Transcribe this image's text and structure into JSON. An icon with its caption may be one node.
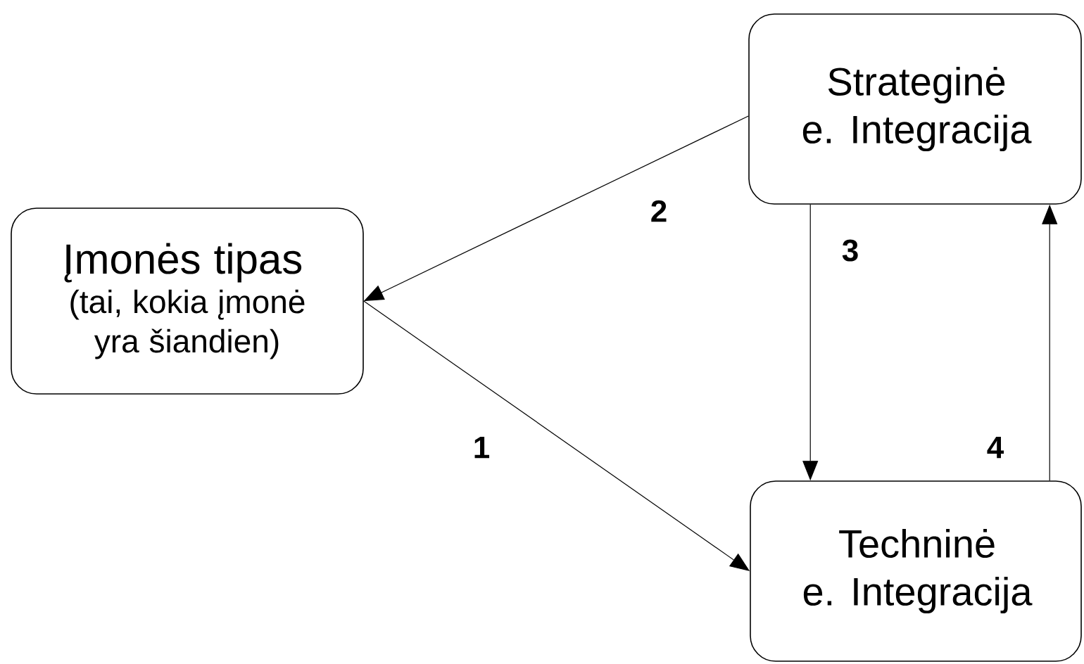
{
  "diagram": {
    "nodes": [
      {
        "text": [
          "Įmonės tipas",
          "(tai, kokia įmonė yra šiandien)"
        ]
      },
      {
        "text": [
          "Strateginė e. Integracija"
        ]
      },
      {
        "text": [
          "Techninė e. Integracija"
        ]
      }
    ],
    "edges": [
      {
        "from": 0,
        "to": 2,
        "arrow": "to",
        "label": "1"
      },
      {
        "from": 1,
        "to": 0,
        "arrow": "to",
        "label": "2"
      },
      {
        "from": 1,
        "to": 2,
        "arrow": "to",
        "label": "3"
      },
      {
        "from": 2,
        "to": 1,
        "arrow": "to",
        "label": "4"
      }
    ]
  }
}
